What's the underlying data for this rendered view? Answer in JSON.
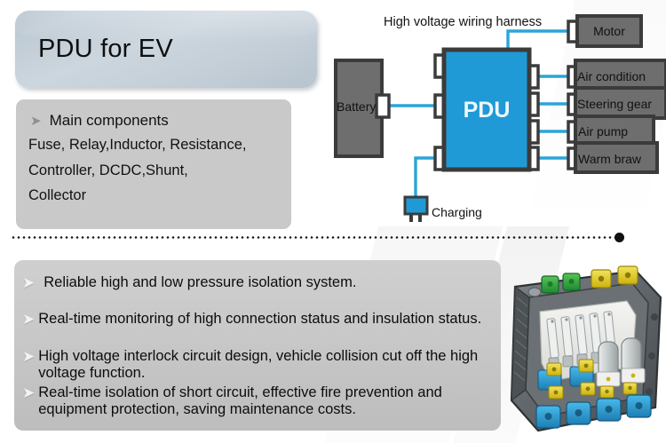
{
  "slide": {
    "title": "PDU for EV",
    "background_color": "#ffffff"
  },
  "components_panel": {
    "heading": "Main components",
    "heading_bullet": "➤",
    "lines": [
      "Fuse, Relay,Inductor, Resistance,",
      "Controller, DCDC,Shunt,",
      "Collector"
    ]
  },
  "divider": {
    "style": "dotted",
    "end_dot": true
  },
  "diagram": {
    "harness_label": "High voltage wiring harness",
    "source": {
      "label": "Battery",
      "color": "#6e6e6e"
    },
    "center": {
      "label": "PDU",
      "color": "#1f9ad6",
      "border_color": "#3b3b3b"
    },
    "charging": {
      "label": "Charging",
      "color": "#1f9ad6"
    },
    "wire_color": "#2aa5d8",
    "loads": [
      {
        "label": "Motor"
      },
      {
        "label": "Air condition"
      },
      {
        "label": "Steering gear"
      },
      {
        "label": "Air pump"
      },
      {
        "label": "Warm braw"
      }
    ]
  },
  "features_panel": {
    "bullet": "➤",
    "items": [
      "Reliable high and low pressure isolation system.",
      "Real-time monitoring of high connection status and insulation status.",
      "High voltage interlock circuit design, vehicle collision cut off the high voltage function.",
      "Real-time isolation of short circuit, effective fire prevention and equipment protection, saving maintenance costs."
    ]
  },
  "product_photo": {
    "alt": "PDU enclosure with fuses, relays and colored high-voltage connectors",
    "connector_colors": [
      "#3fa93f",
      "#e8d321",
      "#2fa8e0"
    ],
    "body_color": "#5a5f63"
  }
}
